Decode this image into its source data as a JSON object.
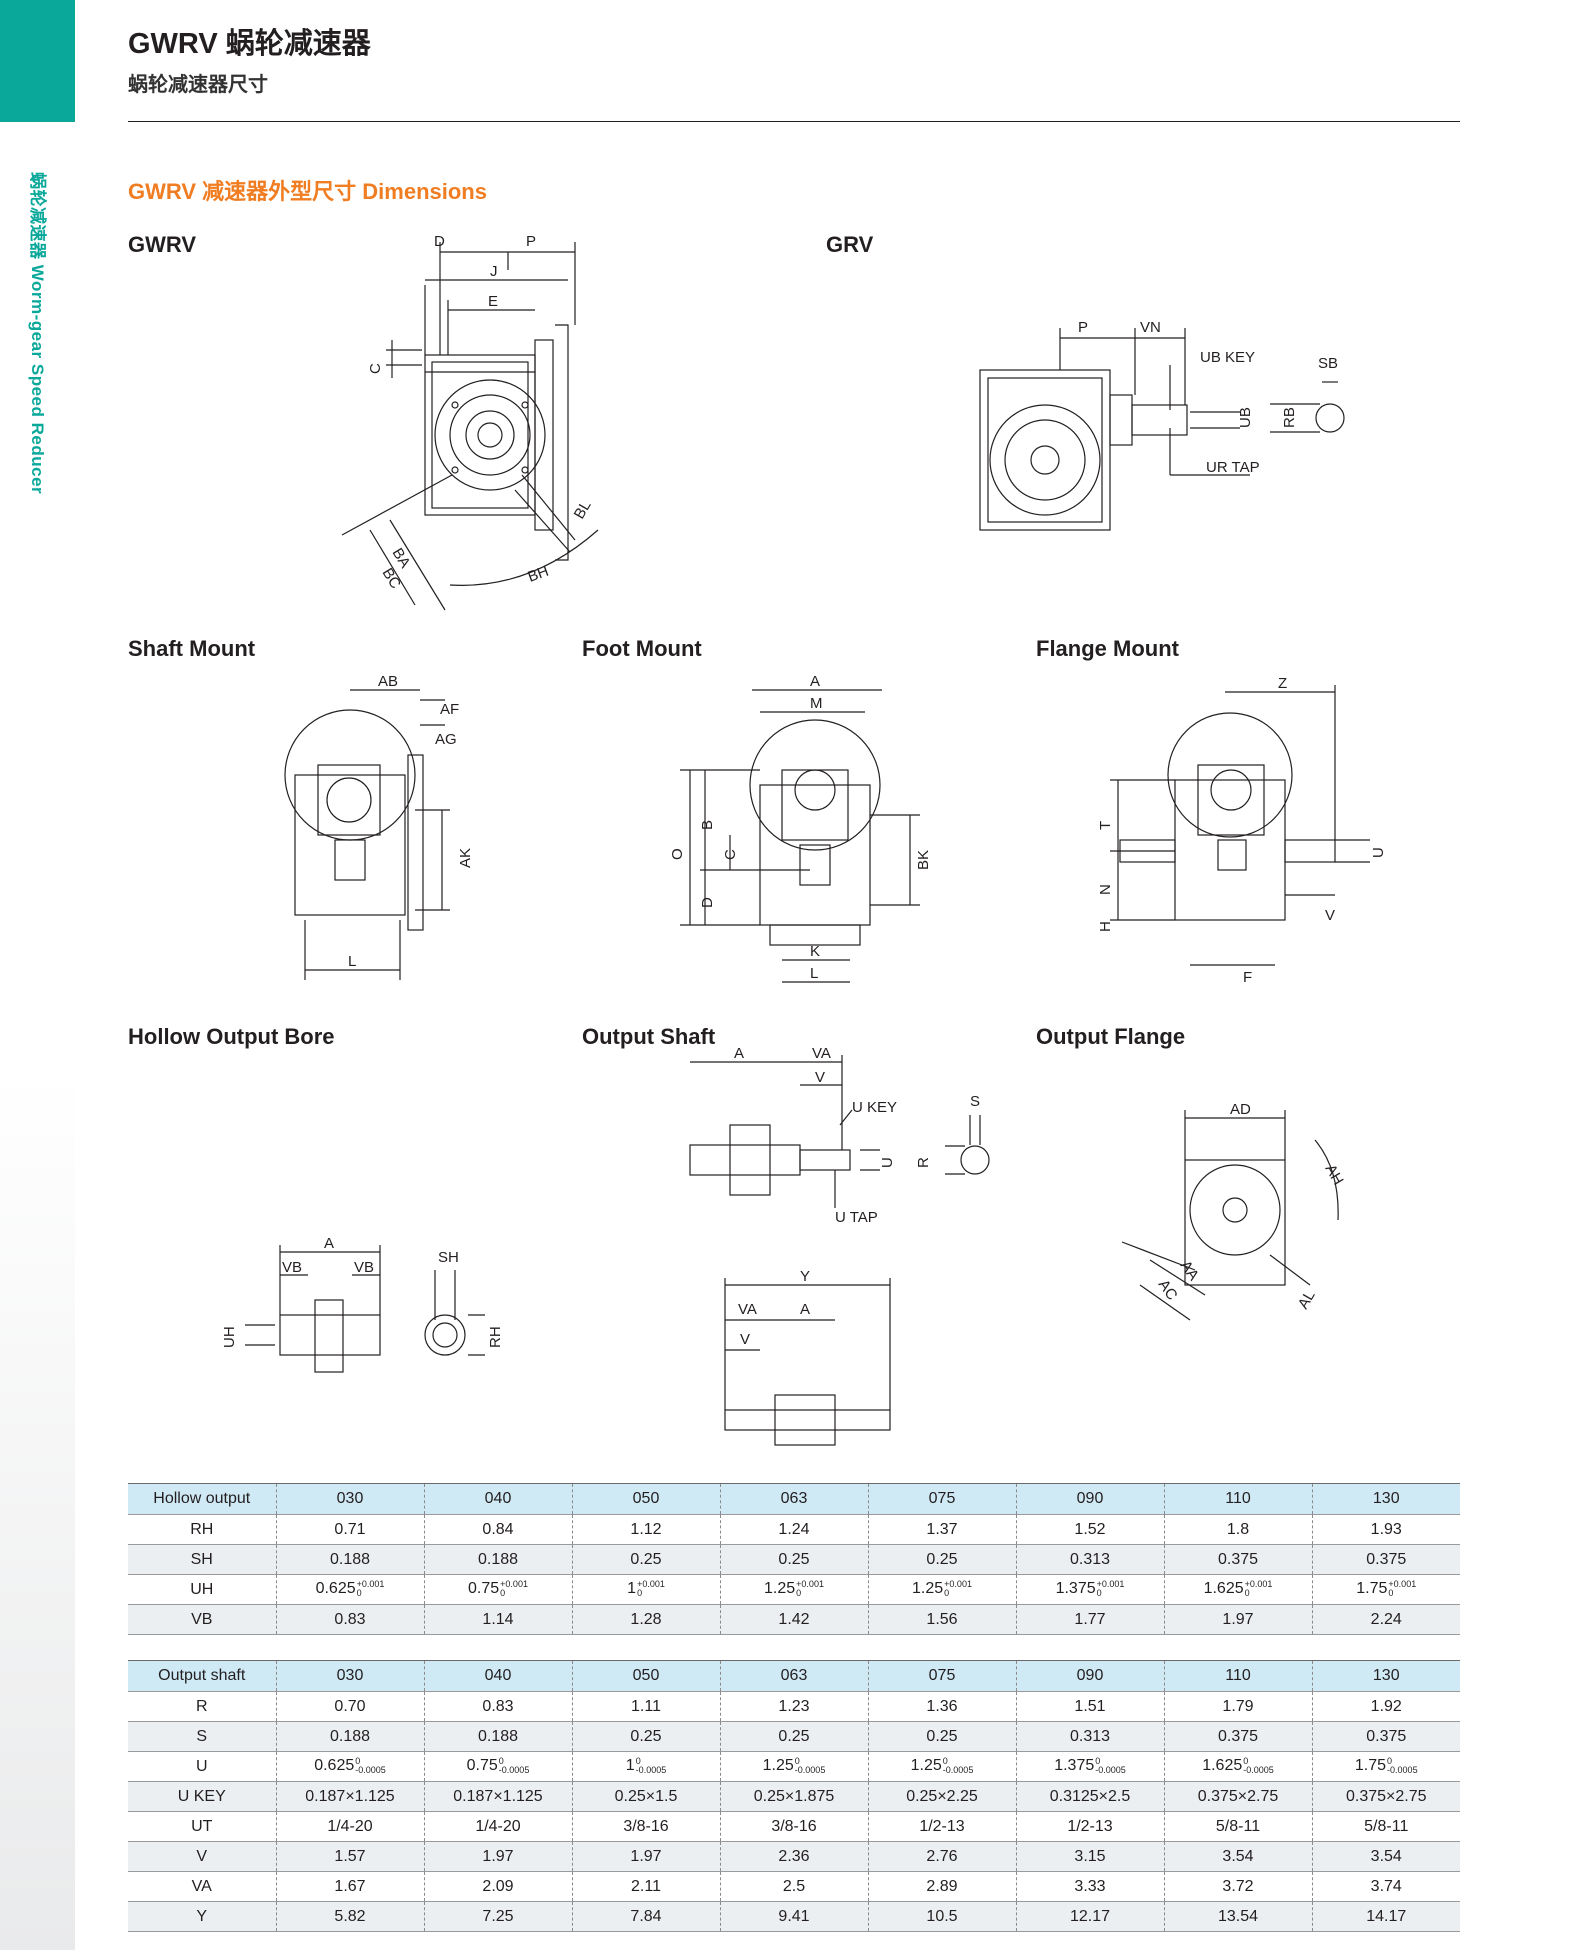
{
  "sidebar": {
    "vertical_title": "蜗轮减速器 Worm-gear Speed Reducer"
  },
  "header": {
    "title": "GWRV 蜗轮减速器",
    "subtitle": "蜗轮减速器尺寸"
  },
  "section": {
    "title": "GWRV 减速器外型尺寸 Dimensions"
  },
  "figures": {
    "gwrv": {
      "label": "GWRV",
      "dims": [
        "D",
        "P",
        "J",
        "E",
        "C",
        "BA",
        "BC",
        "BH",
        "BL"
      ]
    },
    "grv": {
      "label": "GRV",
      "dims": [
        "P",
        "VN",
        "UB KEY",
        "SB",
        "UB",
        "RB",
        "UR TAP"
      ]
    },
    "shaft_mount": {
      "label": "Shaft Mount",
      "dims": [
        "AB",
        "AF",
        "AG",
        "AK",
        "L"
      ]
    },
    "foot_mount": {
      "label": "Foot Mount",
      "dims": [
        "A",
        "M",
        "O",
        "B",
        "C",
        "D",
        "BK",
        "K",
        "L"
      ]
    },
    "flange_mount": {
      "label": "Flange Mount",
      "dims": [
        "Z",
        "T",
        "N",
        "H",
        "U",
        "V",
        "F"
      ]
    },
    "hollow_output_bore": {
      "label": "Hollow Output Bore",
      "dims": [
        "A",
        "VB",
        "VB",
        "SH",
        "UH",
        "RH"
      ]
    },
    "output_shaft": {
      "label": "Output Shaft",
      "dims": [
        "A",
        "VA",
        "V",
        "U KEY",
        "S",
        "U",
        "R",
        "U TAP",
        "Y",
        "VA",
        "A",
        "V"
      ]
    },
    "output_flange": {
      "label": "Output Flange",
      "dims": [
        "AD",
        "AH",
        "AA",
        "AC",
        "AL"
      ]
    }
  },
  "hollow_table": {
    "header": [
      "Hollow output",
      "030",
      "040",
      "050",
      "063",
      "075",
      "090",
      "110",
      "130"
    ],
    "rows": [
      {
        "label": "RH",
        "values": [
          "0.71",
          "0.84",
          "1.12",
          "1.24",
          "1.37",
          "1.52",
          "1.8",
          "1.93"
        ]
      },
      {
        "label": "SH",
        "values": [
          "0.188",
          "0.188",
          "0.25",
          "0.25",
          "0.25",
          "0.313",
          "0.375",
          "0.375"
        ]
      },
      {
        "label": "UH",
        "values": [
          "0.625",
          "0.75",
          "1",
          "1.25",
          "1.25",
          "1.375",
          "1.625",
          "1.75"
        ],
        "tol_upper": "+0.001",
        "tol_lower": "0"
      },
      {
        "label": "VB",
        "values": [
          "0.83",
          "1.14",
          "1.28",
          "1.42",
          "1.56",
          "1.77",
          "1.97",
          "2.24"
        ]
      }
    ]
  },
  "shaft_table": {
    "header": [
      "Output shaft",
      "030",
      "040",
      "050",
      "063",
      "075",
      "090",
      "110",
      "130"
    ],
    "rows": [
      {
        "label": "R",
        "values": [
          "0.70",
          "0.83",
          "1.11",
          "1.23",
          "1.36",
          "1.51",
          "1.79",
          "1.92"
        ]
      },
      {
        "label": "S",
        "values": [
          "0.188",
          "0.188",
          "0.25",
          "0.25",
          "0.25",
          "0.313",
          "0.375",
          "0.375"
        ]
      },
      {
        "label": "U",
        "values": [
          "0.625",
          "0.75",
          "1",
          "1.25",
          "1.25",
          "1.375",
          "1.625",
          "1.75"
        ],
        "tol_upper": "0",
        "tol_lower": "-0.0005"
      },
      {
        "label": "U KEY",
        "values": [
          "0.187×1.125",
          "0.187×1.125",
          "0.25×1.5",
          "0.25×1.875",
          "0.25×2.25",
          "0.3125×2.5",
          "0.375×2.75",
          "0.375×2.75"
        ]
      },
      {
        "label": "UT",
        "values": [
          "1/4-20",
          "1/4-20",
          "3/8-16",
          "3/8-16",
          "1/2-13",
          "1/2-13",
          "5/8-11",
          "5/8-11"
        ]
      },
      {
        "label": "V",
        "values": [
          "1.57",
          "1.97",
          "1.97",
          "2.36",
          "2.76",
          "3.15",
          "3.54",
          "3.54"
        ]
      },
      {
        "label": "VA",
        "values": [
          "1.67",
          "2.09",
          "2.11",
          "2.5",
          "2.89",
          "3.33",
          "3.72",
          "3.74"
        ]
      },
      {
        "label": "Y",
        "values": [
          "5.82",
          "7.25",
          "7.84",
          "9.41",
          "10.5",
          "12.17",
          "13.54",
          "14.17"
        ]
      }
    ]
  }
}
